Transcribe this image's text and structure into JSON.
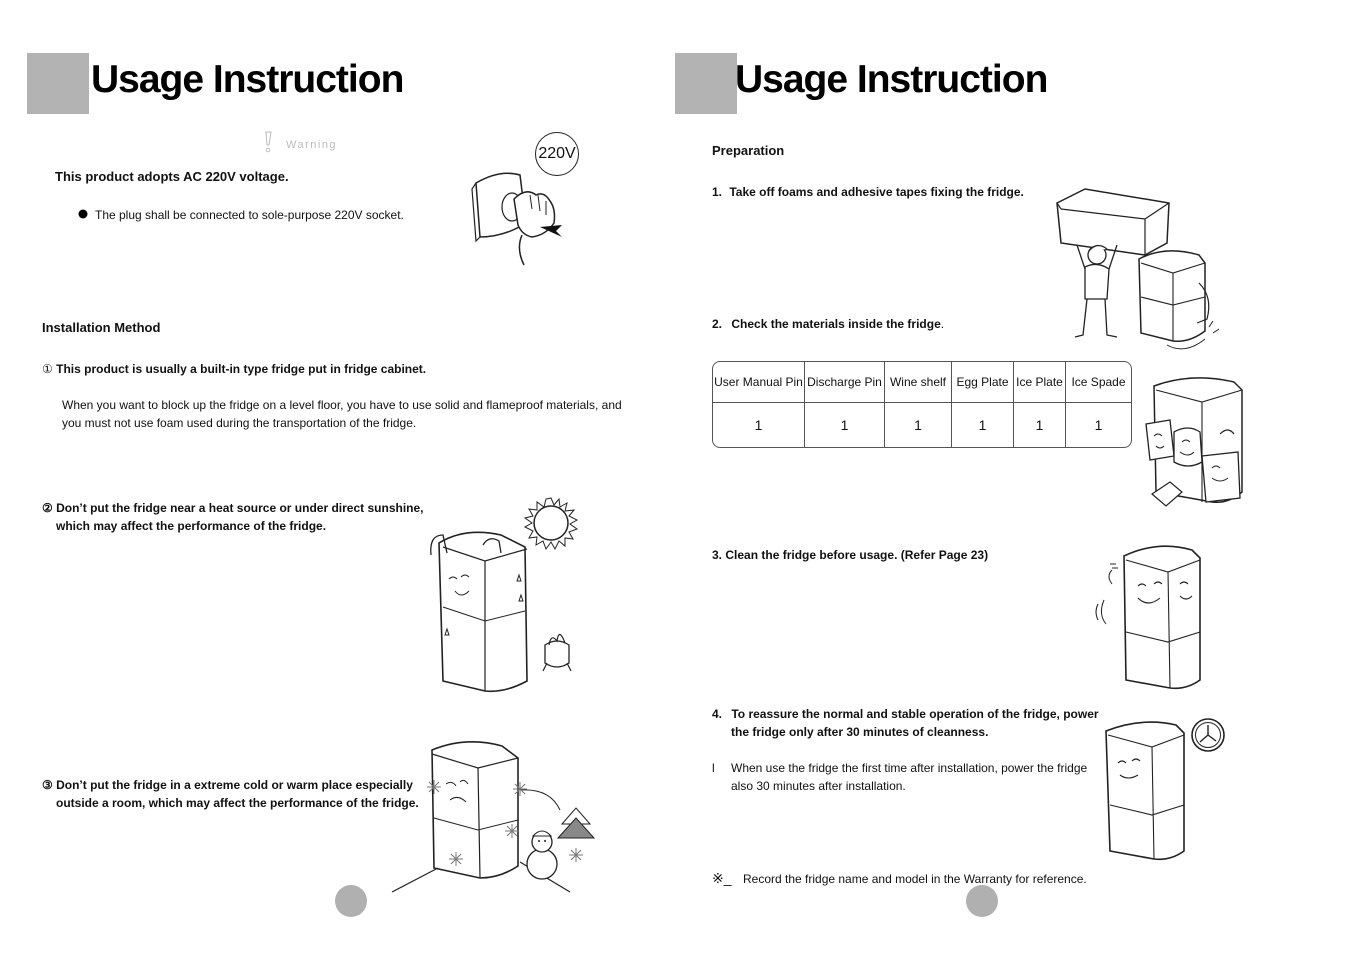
{
  "left_page": {
    "title": "Usage Instruction",
    "warning_label": "Warning",
    "voltage_badge": "220V",
    "voltage_heading": "This product adopts AC 220V voltage.",
    "plug_note": "The plug shall be connected to sole-purpose 220V socket.",
    "installation_heading": "Installation Method",
    "item1_marker": "①",
    "item1_heading": "This product is usually a built-in type fridge put in fridge cabinet.",
    "item1_body_line1": "When you want to block up the fridge on a level floor, you have to use solid and flameproof materials, and",
    "item1_body_line2": "you must not use foam used during the transportation of the fridge.",
    "item2_marker": "②",
    "item2_line1": "Don’t put the fridge near a heat source or under direct sunshine,",
    "item2_line2": "which may affect the performance of the fridge.",
    "item3_marker": "③",
    "item3_line1": "Don’t put the fridge in a extreme cold or warm place especially",
    "item3_line2": "outside a room, which may affect the performance of the fridge."
  },
  "right_page": {
    "title": "Usage Instruction",
    "preparation_heading": "Preparation",
    "step1_num": "1.",
    "step1_text": "Take off foams and adhesive tapes fixing the fridge.",
    "step2_num": "2.",
    "step2_text": "Check the materials inside the fridge",
    "step2_period": ".",
    "materials_table": {
      "headers": [
        "User Manual Pin",
        "Discharge Pin",
        "Wine shelf",
        "Egg Plate",
        "Ice Plate",
        "Ice Spade"
      ],
      "values": [
        "1",
        "1",
        "1",
        "1",
        "1",
        "1"
      ]
    },
    "step3_num": "3.",
    "step3_text": "Clean the fridge before usage. (Refer Page 23)",
    "step4_num": "4.",
    "step4_line1": "To reassure the normal and stable operation of the fridge, power",
    "step4_line2": "the fridge only after 30 minutes of cleanness.",
    "note_marker": "l",
    "note_line1": "When use the fridge the first time after installation, power the fridge",
    "note_line2": "also 30 minutes after installation.",
    "record_marker": "※_",
    "record_text": "Record the fridge name and model in the Warranty for reference."
  }
}
